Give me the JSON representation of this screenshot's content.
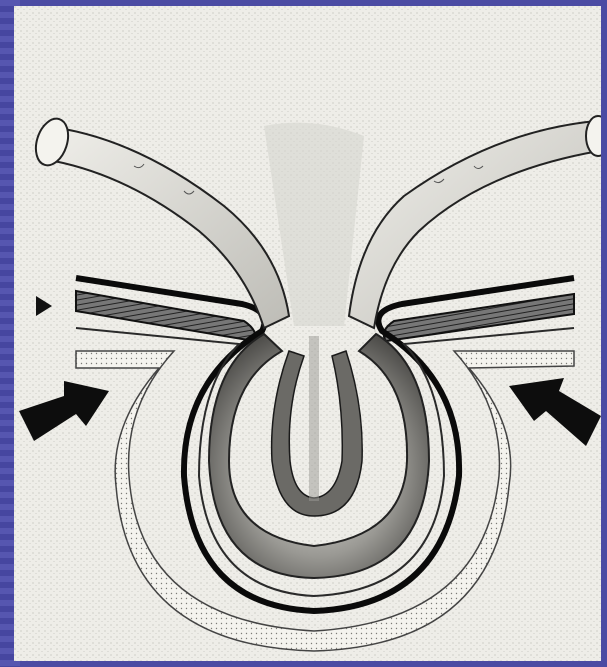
{
  "slide": {
    "background_color": "#4b4ba3",
    "figure_background": "#ecebe6"
  },
  "figure": {
    "description_icon": "embryo-cross-section-illustration",
    "elements": [
      "left-tube",
      "right-tube",
      "central-loop",
      "outer-layers",
      "left-arrow-large",
      "right-arrow-large",
      "left-arrow-small"
    ]
  }
}
